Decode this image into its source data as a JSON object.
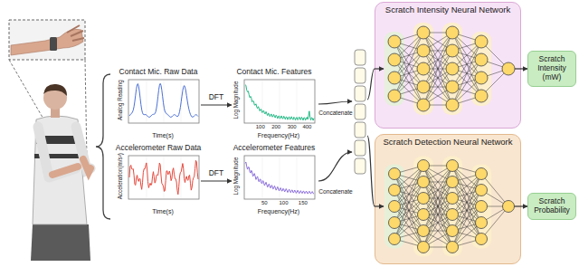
{
  "diagram": {
    "nodes": [
      {
        "text": [
          "Contact Mic. Raw Data",
          "Analog Reading",
          "Time(s)"
        ]
      },
      {
        "text": [
          "Accelerometer Raw Data",
          "Acceleration(m/s²)",
          "Time(s)"
        ]
      },
      {
        "text": [
          "Contact Mic. Features",
          "Log Magnitude",
          "Frequency(Hz)"
        ]
      },
      {
        "text": [
          "Accelerometer Features",
          "Log Magnitude",
          "Frequency(Hz)"
        ]
      },
      {
        "text": [
          "Scratch Intensity Neural Network"
        ]
      },
      {
        "text": [
          "Scratch Detection Neural Network"
        ]
      },
      {
        "text": [
          "Scratch Intensity (mW)"
        ]
      },
      {
        "text": [
          "Scratch Probability"
        ]
      }
    ],
    "edges": [
      {
        "from": 0,
        "to": 2,
        "label": "DFT",
        "arrow": "to"
      },
      {
        "from": 1,
        "to": 3,
        "label": "DFT",
        "arrow": "to"
      },
      {
        "from": 4,
        "to": 6,
        "arrow": "to"
      },
      {
        "from": 5,
        "to": 7,
        "arrow": "to"
      }
    ],
    "labels": [
      "100",
      "200",
      "300",
      "400",
      "50",
      "100",
      "150",
      "Concatenate",
      "Concatenate"
    ]
  }
}
